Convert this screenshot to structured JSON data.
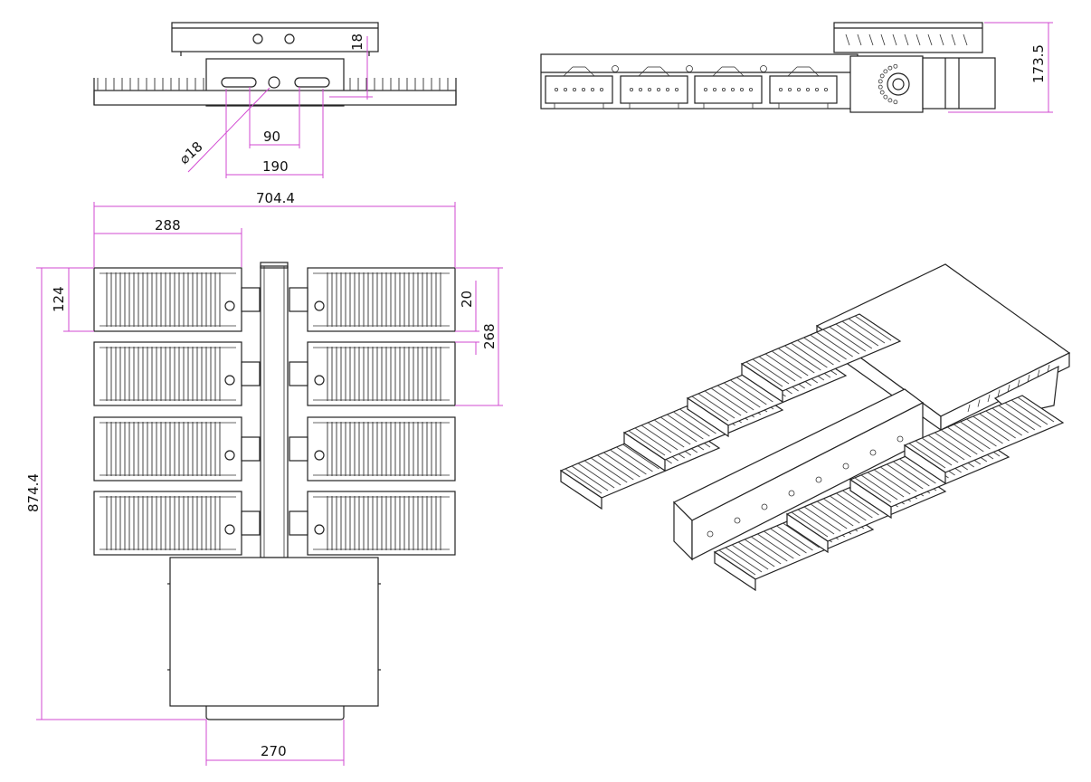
{
  "colors": {
    "line": "#222222",
    "dimension": "#d24ad2",
    "text": "#111111",
    "background": "#ffffff"
  },
  "dimensions": {
    "total_width": "704.4",
    "module_width": "288",
    "module_height": "124",
    "module_gap": "20",
    "pair_height": "268",
    "total_height": "874.4",
    "bracket_width": "270",
    "slot_spacing": "190",
    "hole_spacing": "90",
    "hole_diameter": "⌀18",
    "slot_offset": "18",
    "side_height": "173.5"
  }
}
